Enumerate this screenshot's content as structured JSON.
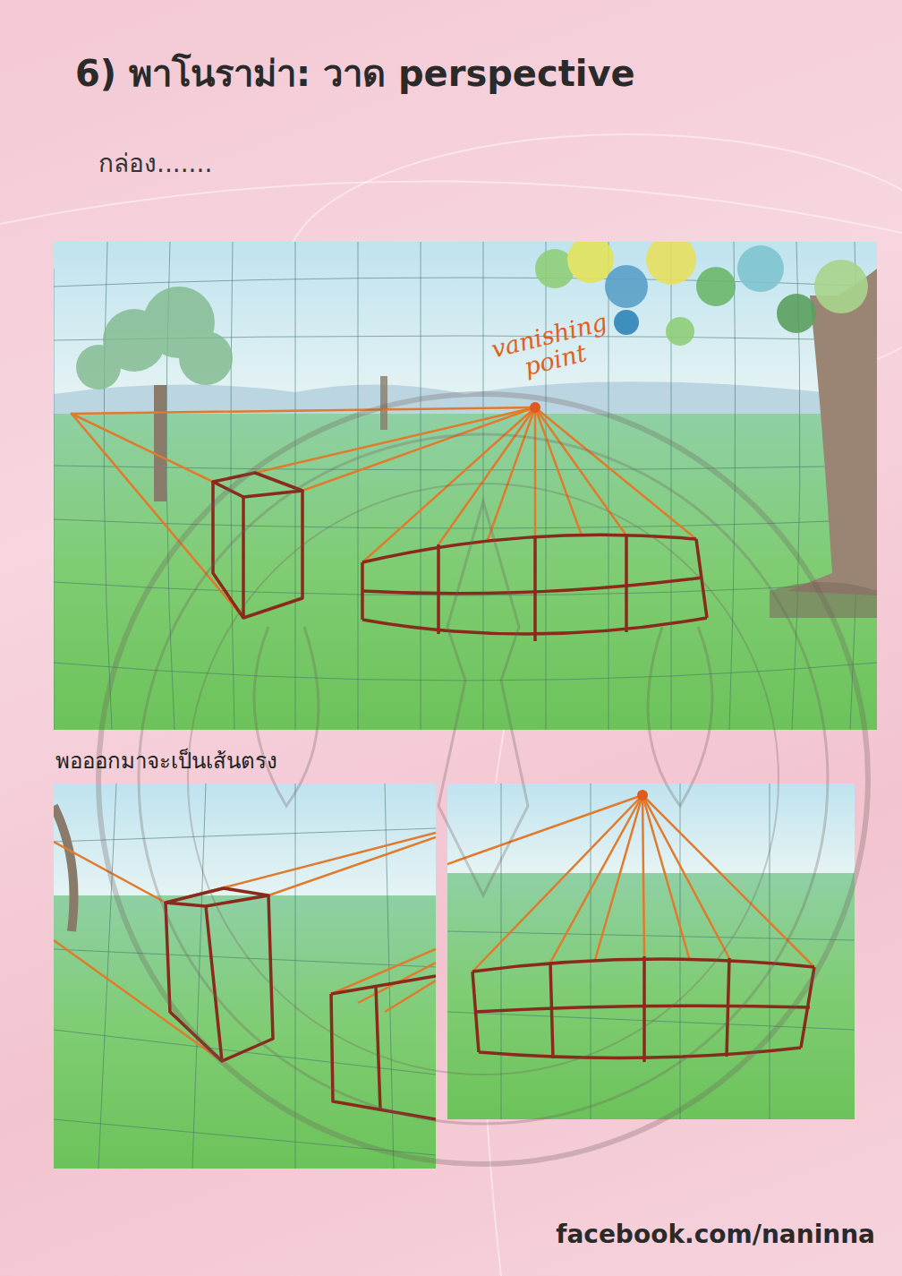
{
  "diagram": {
    "title": "6) พาโนราม่า: วาด perspective",
    "labels": [
      "กล่อง.......",
      "vanishing point",
      "พอออกมาจะเป็นเส้นตรง",
      "facebook.com/naninna"
    ]
  }
}
